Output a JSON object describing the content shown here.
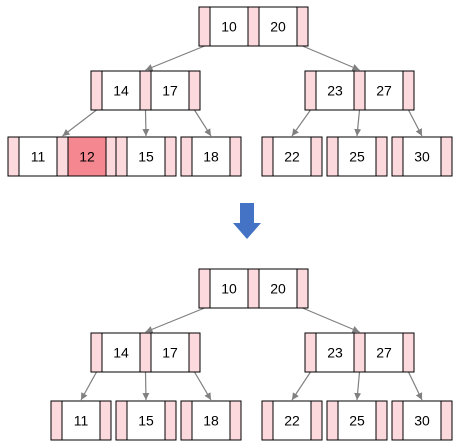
{
  "colors": {
    "pointer_fill": "#fcd9dc",
    "node_fill": "#ffffff",
    "highlight_fill": "#f4878f",
    "stroke": "#000000",
    "edge": "#808080",
    "transition_arrow": "#4472c4"
  },
  "transition_arrow_icon": "down-arrow-icon",
  "trees": [
    {
      "id": "before",
      "root": {
        "keys": [
          "10",
          "20"
        ]
      },
      "internal": [
        {
          "keys": [
            "14",
            "17"
          ]
        },
        {
          "keys": [
            "23",
            "27"
          ]
        }
      ],
      "leaves": [
        {
          "keys": [
            "11",
            "12"
          ],
          "highlight": [
            false,
            true
          ]
        },
        {
          "keys": [
            "15"
          ],
          "highlight": [
            false
          ]
        },
        {
          "keys": [
            "18"
          ],
          "highlight": [
            false
          ]
        },
        {
          "keys": [
            "22"
          ],
          "highlight": [
            false
          ]
        },
        {
          "keys": [
            "25"
          ],
          "highlight": [
            false
          ]
        },
        {
          "keys": [
            "30"
          ],
          "highlight": [
            false
          ]
        }
      ]
    },
    {
      "id": "after",
      "root": {
        "keys": [
          "10",
          "20"
        ]
      },
      "internal": [
        {
          "keys": [
            "14",
            "17"
          ]
        },
        {
          "keys": [
            "23",
            "27"
          ]
        }
      ],
      "leaves": [
        {
          "keys": [
            "11"
          ],
          "highlight": [
            false
          ]
        },
        {
          "keys": [
            "15"
          ],
          "highlight": [
            false
          ]
        },
        {
          "keys": [
            "18"
          ],
          "highlight": [
            false
          ]
        },
        {
          "keys": [
            "22"
          ],
          "highlight": [
            false
          ]
        },
        {
          "keys": [
            "25"
          ],
          "highlight": [
            false
          ]
        },
        {
          "keys": [
            "30"
          ],
          "highlight": [
            false
          ]
        }
      ]
    }
  ]
}
